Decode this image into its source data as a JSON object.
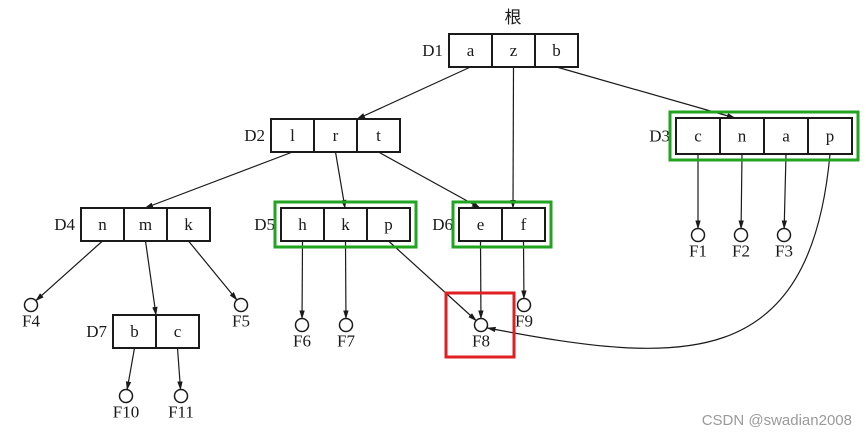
{
  "title": "根",
  "colors": {
    "line": "#1a1a1a",
    "highlight_green": "#22a322",
    "highlight_red": "#e02020"
  },
  "directories": [
    {
      "id": "D1",
      "entries": [
        "a",
        "z",
        "b"
      ],
      "highlight": null
    },
    {
      "id": "D2",
      "entries": [
        "l",
        "r",
        "t"
      ],
      "highlight": null
    },
    {
      "id": "D3",
      "entries": [
        "c",
        "n",
        "a",
        "p"
      ],
      "highlight": "green"
    },
    {
      "id": "D4",
      "entries": [
        "n",
        "m",
        "k"
      ],
      "highlight": null
    },
    {
      "id": "D5",
      "entries": [
        "h",
        "k",
        "p"
      ],
      "highlight": "green"
    },
    {
      "id": "D6",
      "entries": [
        "e",
        "f"
      ],
      "highlight": "green"
    },
    {
      "id": "D7",
      "entries": [
        "b",
        "c"
      ],
      "highlight": null
    }
  ],
  "files": [
    {
      "id": "F1",
      "highlight": null
    },
    {
      "id": "F2",
      "highlight": null
    },
    {
      "id": "F3",
      "highlight": null
    },
    {
      "id": "F4",
      "highlight": null
    },
    {
      "id": "F5",
      "highlight": null
    },
    {
      "id": "F6",
      "highlight": null
    },
    {
      "id": "F7",
      "highlight": null
    },
    {
      "id": "F8",
      "highlight": "red"
    },
    {
      "id": "F9",
      "highlight": null
    },
    {
      "id": "F10",
      "highlight": null
    },
    {
      "id": "F11",
      "highlight": null
    }
  ],
  "edges": [
    {
      "from": "D1.a",
      "to": "D2"
    },
    {
      "from": "D1.z",
      "to": "D6"
    },
    {
      "from": "D1.b",
      "to": "D3"
    },
    {
      "from": "D2.l",
      "to": "D4"
    },
    {
      "from": "D2.r",
      "to": "D5"
    },
    {
      "from": "D2.t",
      "to": "D6"
    },
    {
      "from": "D3.c",
      "to": "F1"
    },
    {
      "from": "D3.n",
      "to": "F2"
    },
    {
      "from": "D3.a",
      "to": "F3"
    },
    {
      "from": "D3.p",
      "to": "F8"
    },
    {
      "from": "D4.n",
      "to": "F4"
    },
    {
      "from": "D4.m",
      "to": "D7"
    },
    {
      "from": "D4.k",
      "to": "F5"
    },
    {
      "from": "D5.h",
      "to": "F6"
    },
    {
      "from": "D5.k",
      "to": "F7"
    },
    {
      "from": "D5.p",
      "to": "F8"
    },
    {
      "from": "D6.e",
      "to": "F8"
    },
    {
      "from": "D6.f",
      "to": "F9"
    },
    {
      "from": "D7.b",
      "to": "F10"
    },
    {
      "from": "D7.c",
      "to": "F11"
    }
  ],
  "watermark": "CSDN @swadian2008"
}
